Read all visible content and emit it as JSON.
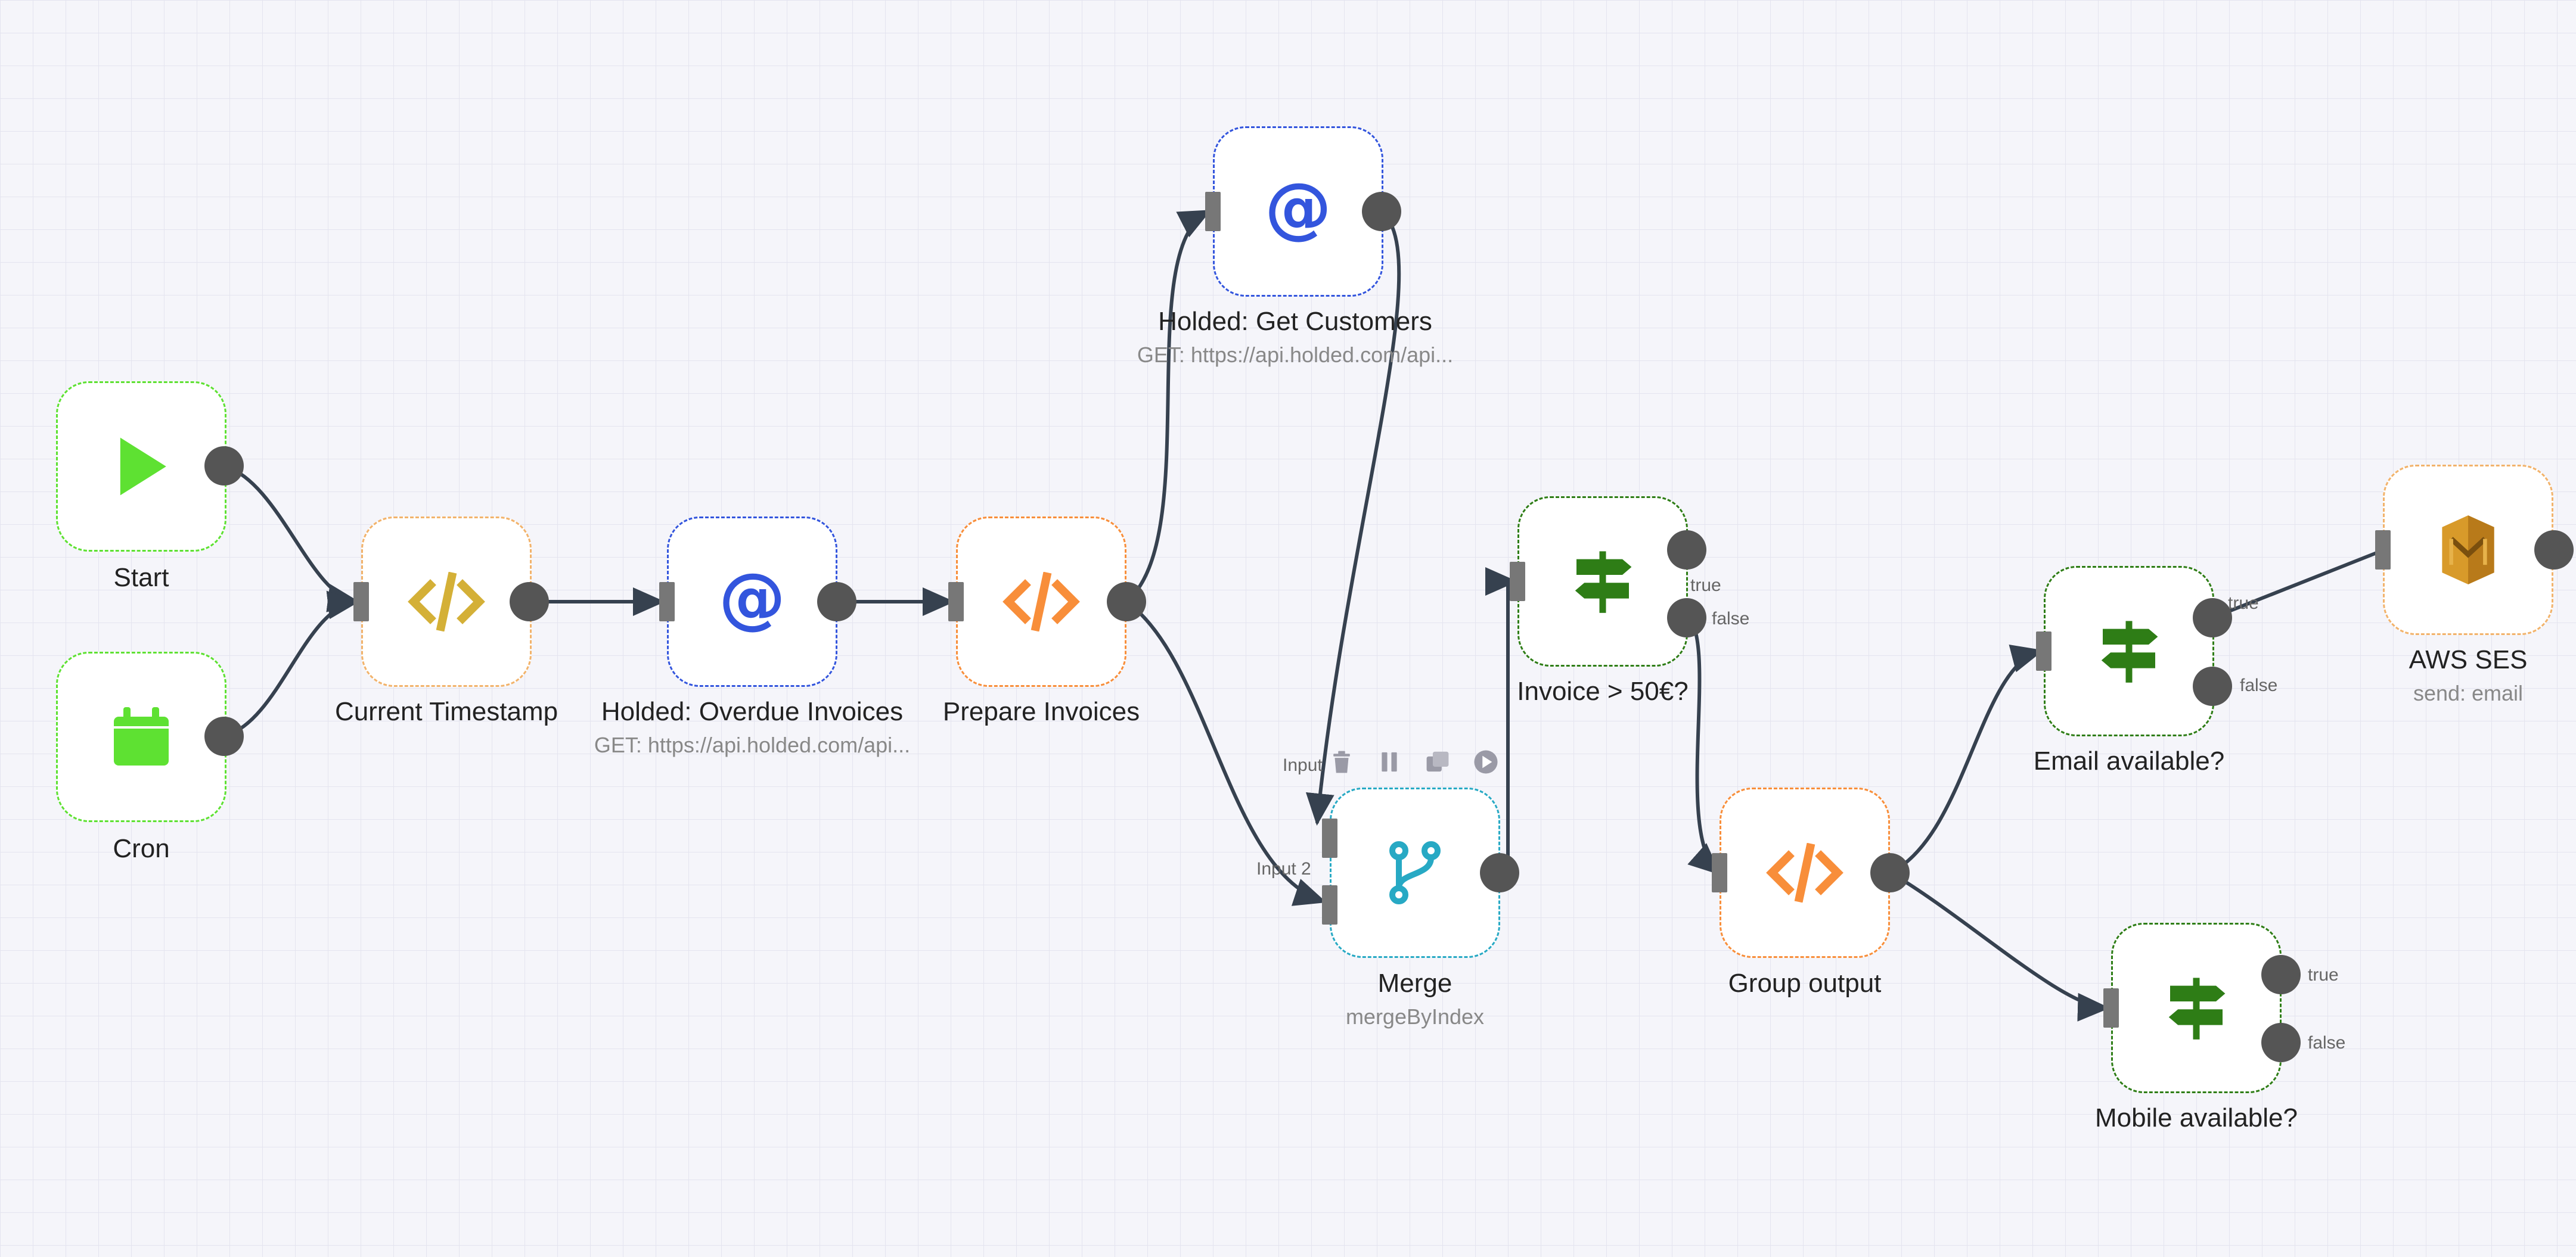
{
  "canvas": {
    "background": "#f5f5fa",
    "grid_color": "#e6e6f0"
  },
  "colors": {
    "trigger": "#5ee132",
    "code_yellow": "#d4b037",
    "code_orange": "#f88e3a",
    "http": "#3355dd",
    "merge": "#27a9c4",
    "if": "#2e7d16",
    "aws": "#d89a2a",
    "wire": "#36414f"
  },
  "nodes": {
    "start": {
      "label": "Start",
      "icon": "play-icon"
    },
    "cron": {
      "label": "Cron",
      "icon": "calendar-icon"
    },
    "timestamp": {
      "label": "Current Timestamp",
      "icon": "code-icon"
    },
    "overdue": {
      "label": "Holded: Overdue Invoices",
      "subtitle": "GET: https://api.holded.com/api...",
      "icon": "at-icon"
    },
    "prepare": {
      "label": "Prepare Invoices",
      "icon": "code-icon"
    },
    "customers": {
      "label": "Holded: Get Customers",
      "subtitle": "GET: https://api.holded.com/api...",
      "icon": "at-icon"
    },
    "merge": {
      "label": "Merge",
      "subtitle": "mergeByIndex",
      "icon": "merge-branch-icon",
      "input1": "Input",
      "input2": "Input 2"
    },
    "invoice_gt": {
      "label": "Invoice > 50€?",
      "icon": "signpost-icon",
      "true_label": "true",
      "false_label": "false"
    },
    "group": {
      "label": "Group output",
      "icon": "code-icon"
    },
    "email_avail": {
      "label": "Email available?",
      "icon": "signpost-icon",
      "true_label": "true",
      "false_label": "false"
    },
    "mobile_avail": {
      "label": "Mobile available?",
      "icon": "signpost-icon",
      "true_label": "true",
      "false_label": "false"
    },
    "aws_ses": {
      "label": "AWS SES",
      "subtitle": "send: email",
      "icon": "aws-ses-icon"
    }
  },
  "node_toolbar": {
    "icons": [
      "trash-icon",
      "pause-icon",
      "duplicate-icon",
      "play-circle-icon"
    ]
  }
}
